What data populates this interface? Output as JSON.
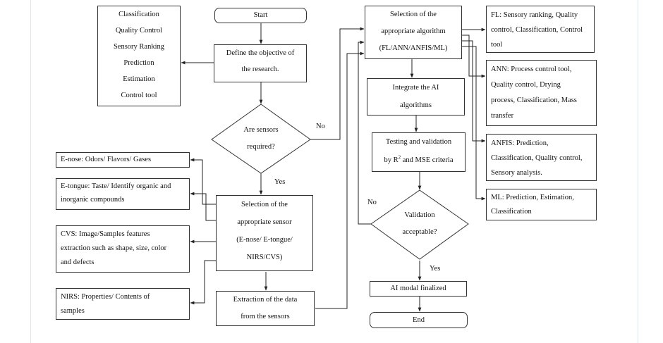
{
  "diagram": {
    "start": "Start",
    "end": "End",
    "objective_lines": [
      "Define the objective of",
      "the research."
    ],
    "objectives_list": [
      "Classification",
      "Quality Control",
      "Sensory Ranking",
      "Prediction",
      "Estimation",
      "Control tool"
    ],
    "decision_sensors_lines": [
      "Are sensors",
      "required?"
    ],
    "label_no_sensors": "No",
    "label_yes_sensors": "Yes",
    "sensor_selection_lines": [
      "Selection of the",
      "appropriate sensor",
      "(E-nose/ E-tongue/",
      "NIRS/CVS)"
    ],
    "sensors": {
      "enose_lines": [
        "E-nose: Odors/ Flavors/ Gases"
      ],
      "etongue_lines": [
        "E-tongue: Taste/ Identify organic and",
        "inorganic compounds"
      ],
      "cvs_lines": [
        "CVS: Image/Samples features",
        "extraction such as shape, size, color",
        "and defects"
      ],
      "nirs_lines": [
        "NIRS: Properties/ Contents of",
        "samples"
      ]
    },
    "extraction_lines": [
      "Extraction of the data",
      "from the sensors"
    ],
    "algorithm_selection_lines": [
      "Selection of the",
      "appropriate algorithm",
      "(FL/ANN/ANFIS/ML)"
    ],
    "algorithms": {
      "fl_lines": [
        "FL: Sensory ranking, Quality",
        "control, Classification, Control",
        "tool"
      ],
      "ann_lines": [
        "ANN: Process control tool,",
        "Quality control, Drying",
        "process, Classification, Mass",
        "transfer"
      ],
      "anfis_lines": [
        "ANFIS: Prediction,",
        "Classification, Quality control,",
        "Sensory analysis."
      ],
      "ml_lines": [
        "ML: Prediction, Estimation,",
        "Classification"
      ]
    },
    "integrate_lines": [
      "Integrate the AI",
      "algorithms"
    ],
    "testing": {
      "line1": "Testing and validation",
      "prefix": "by R",
      "sup": "2",
      "suffix": " and MSE criteria"
    },
    "decision_validation_lines": [
      "Validation",
      "acceptable?"
    ],
    "label_no_validation": "No",
    "label_yes_validation": "Yes",
    "finalized": "AI modal finalized"
  }
}
